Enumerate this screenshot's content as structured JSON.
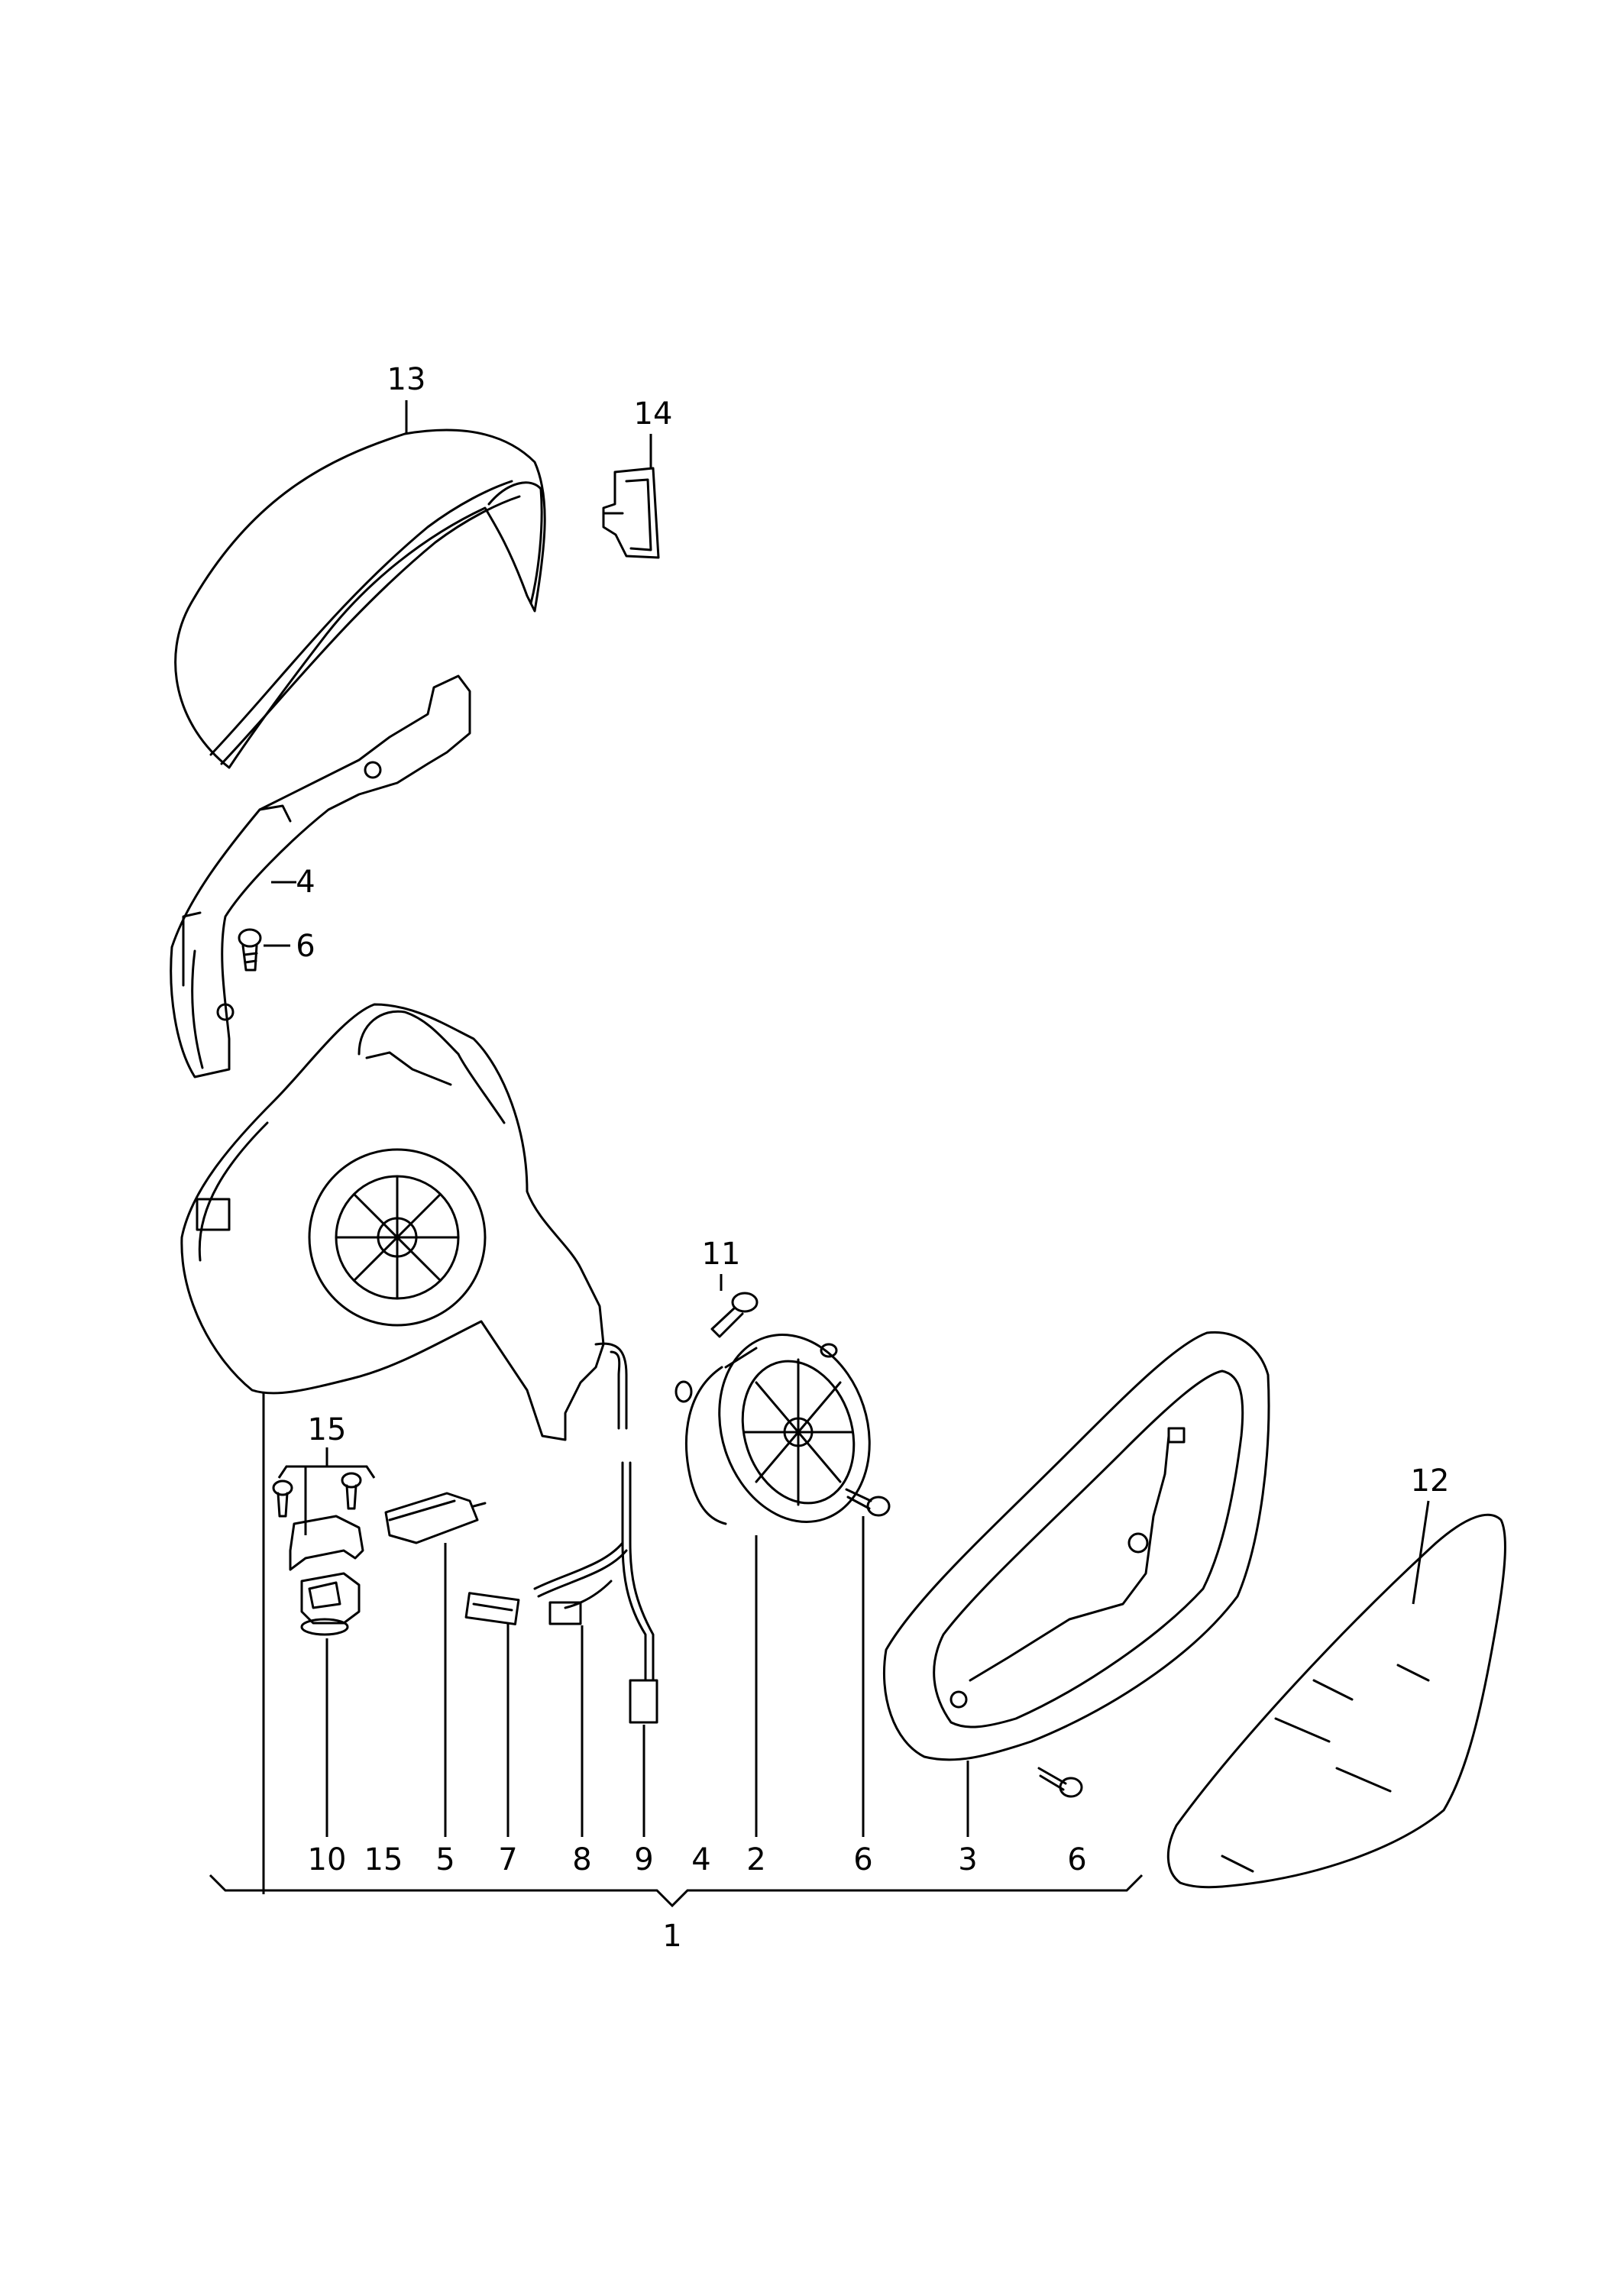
{
  "callouts": {
    "c13": "13",
    "c14": "14",
    "c4a": "4",
    "c6a": "6",
    "c11": "11",
    "c15a": "15",
    "c12": "12",
    "c10": "10",
    "c15b": "15",
    "c5": "5",
    "c7": "7",
    "c8": "8",
    "c9": "9",
    "c4b": "4",
    "c2": "2",
    "c6b": "6",
    "c3": "3",
    "c6c": "6",
    "c1": "1"
  }
}
